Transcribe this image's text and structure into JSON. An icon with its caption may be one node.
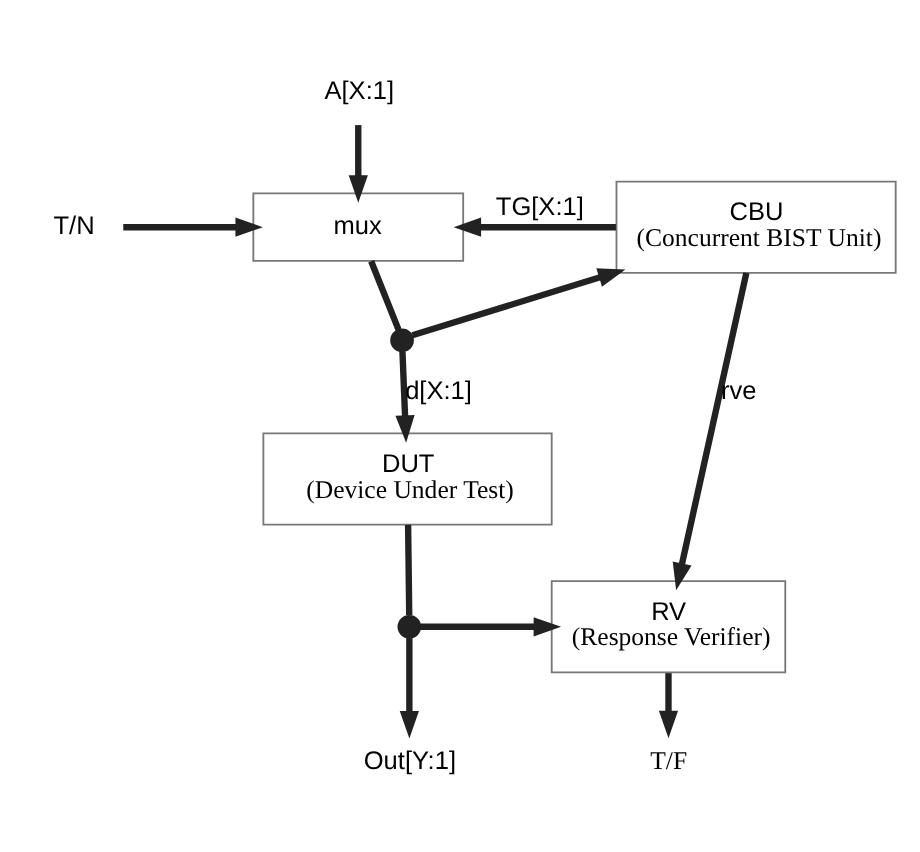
{
  "diagram": {
    "nodes": [
      {
        "text": [
          "A[X:1]"
        ]
      },
      {
        "text": [
          "T/N"
        ]
      },
      {
        "text": [
          "mux"
        ]
      },
      {
        "text": [
          "CBU",
          "(Concurrent BIST Unit)"
        ]
      },
      {
        "text": [],
        "shape": "circle"
      },
      {
        "text": [
          "DUT",
          "(Device Under Test)"
        ]
      },
      {
        "text": [],
        "shape": "circle"
      },
      {
        "text": [
          "RV",
          "(Response Verifier)"
        ]
      },
      {
        "text": [
          "Out[Y:1]"
        ]
      },
      {
        "text": [
          "T/F"
        ]
      }
    ],
    "edges": [
      {
        "from": 0,
        "to": 2,
        "arrow": "to"
      },
      {
        "from": 3,
        "to": 2,
        "arrow": "to",
        "label": "TG[X:1]"
      },
      {
        "from": 1,
        "to": 2,
        "arrow": "to"
      },
      {
        "from": 2,
        "to": 4,
        "arrow": "none"
      },
      {
        "from": 4,
        "to": 5,
        "arrow": "to",
        "label": "d[X:1]"
      },
      {
        "from": 4,
        "to": 3,
        "arrow": "to"
      },
      {
        "from": 3,
        "to": 7,
        "arrow": "to",
        "label": "rve"
      },
      {
        "from": 5,
        "to": 6,
        "arrow": "none"
      },
      {
        "from": 6,
        "to": 7,
        "arrow": "to"
      },
      {
        "from": 6,
        "to": 8,
        "arrow": "to"
      },
      {
        "from": 7,
        "to": 9,
        "arrow": "to"
      }
    ]
  }
}
